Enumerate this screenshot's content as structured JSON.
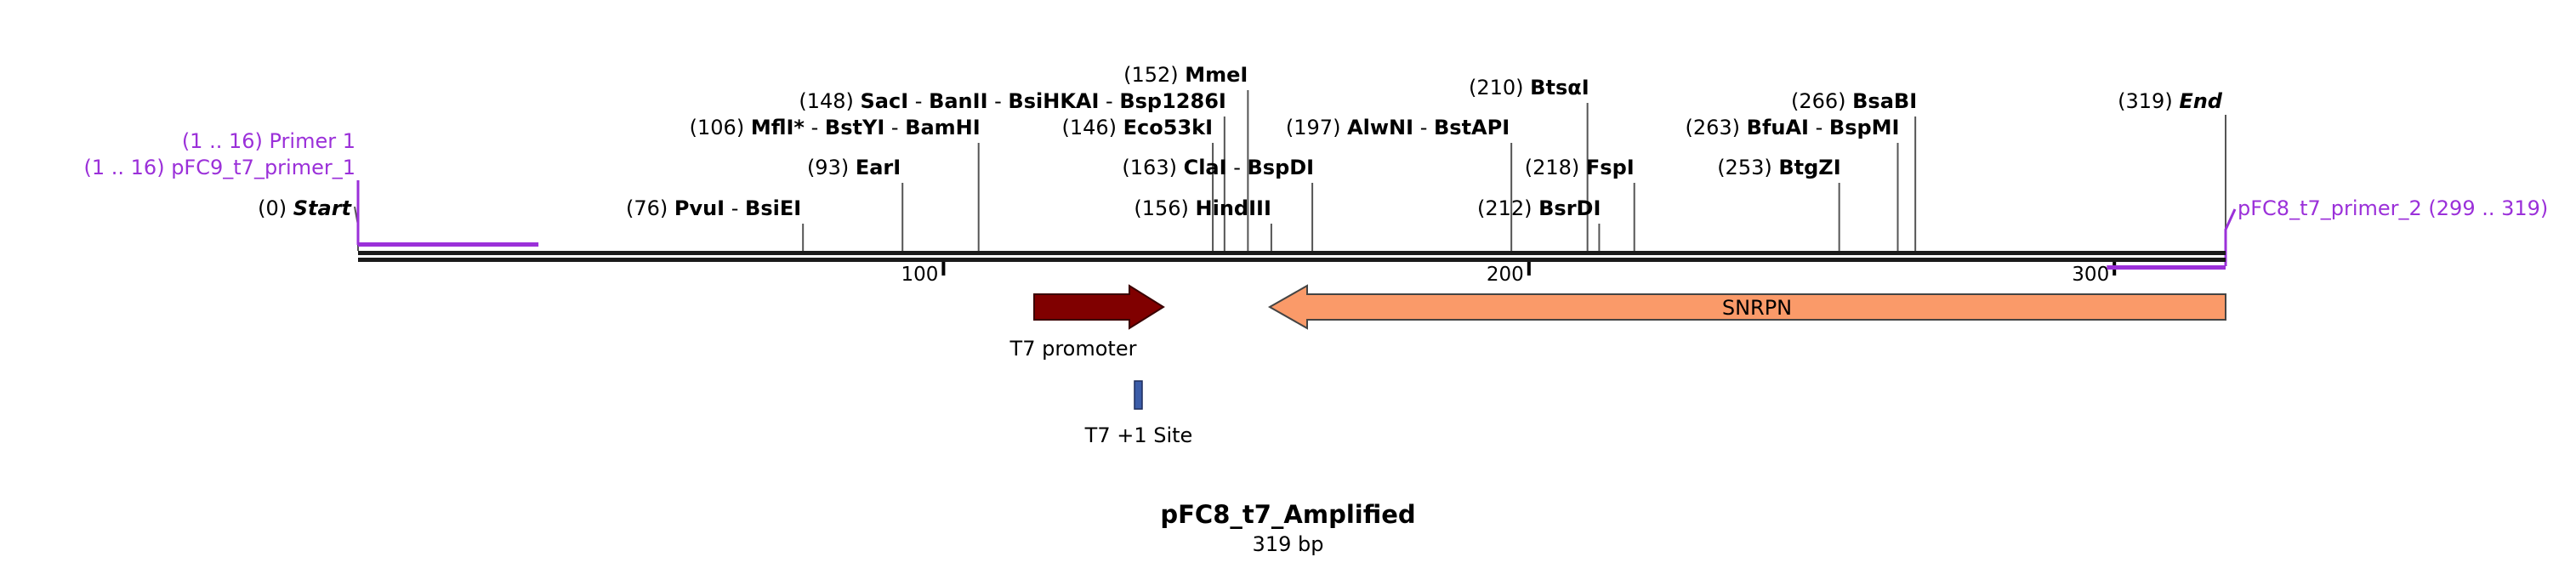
{
  "map": {
    "title": "pFC8_t7_Amplified",
    "length_label": "319 bp",
    "total_bp": 319,
    "ticks": [
      {
        "pos": 100,
        "label": "100"
      },
      {
        "pos": 200,
        "label": "200"
      },
      {
        "pos": 300,
        "label": "300"
      }
    ],
    "sites": [
      {
        "key": "start",
        "pos": 0,
        "pos_label": "(0)",
        "names": [
          "Start"
        ],
        "italic": true
      },
      {
        "key": "pvui",
        "pos": 76,
        "pos_label": "(76)",
        "names": [
          "PvuI",
          "BsiEI"
        ]
      },
      {
        "key": "eari",
        "pos": 93,
        "pos_label": "(93)",
        "names": [
          "EarI"
        ]
      },
      {
        "key": "mfli",
        "pos": 106,
        "pos_label": "(106)",
        "names": [
          "MflI*",
          "BstYI",
          "BamHI"
        ]
      },
      {
        "key": "eco53ki",
        "pos": 146,
        "pos_label": "(146)",
        "names": [
          "Eco53kI"
        ]
      },
      {
        "key": "saci",
        "pos": 148,
        "pos_label": "(148)",
        "names": [
          "SacI",
          "BanII",
          "BsiHKAI",
          "Bsp1286I"
        ]
      },
      {
        "key": "mmei",
        "pos": 152,
        "pos_label": "(152)",
        "names": [
          "MmeI"
        ]
      },
      {
        "key": "hindiii",
        "pos": 156,
        "pos_label": "(156)",
        "names": [
          "HindIII"
        ]
      },
      {
        "key": "clai",
        "pos": 163,
        "pos_label": "(163)",
        "names": [
          "ClaI",
          "BspDI"
        ]
      },
      {
        "key": "alwni",
        "pos": 197,
        "pos_label": "(197)",
        "names": [
          "AlwNI",
          "BstAPI"
        ]
      },
      {
        "key": "btsai",
        "pos": 210,
        "pos_label": "(210)",
        "names": [
          "BtsαI"
        ]
      },
      {
        "key": "bsrdi",
        "pos": 212,
        "pos_label": "(212)",
        "names": [
          "BsrDI"
        ]
      },
      {
        "key": "fspi",
        "pos": 218,
        "pos_label": "(218)",
        "names": [
          "FspI"
        ]
      },
      {
        "key": "btgzi",
        "pos": 253,
        "pos_label": "(253)",
        "names": [
          "BtgZI"
        ]
      },
      {
        "key": "bfuai",
        "pos": 263,
        "pos_label": "(263)",
        "names": [
          "BfuAI",
          "BspMI"
        ]
      },
      {
        "key": "bsabi",
        "pos": 266,
        "pos_label": "(266)",
        "names": [
          "BsaBI"
        ]
      },
      {
        "key": "end",
        "pos": 319,
        "pos_label": "(319)",
        "names": [
          "End"
        ],
        "italic": true
      }
    ],
    "primers": [
      {
        "key": "primer1",
        "label": "Primer 1",
        "range": "(1 .. 16)",
        "start": 1,
        "end": 16
      },
      {
        "key": "pfc9",
        "label": "pFC9_t7_primer_1",
        "range": "(1 .. 16)",
        "start": 1,
        "end": 16
      },
      {
        "key": "pfc8",
        "label": "pFC8_t7_primer_2",
        "range": "(299 .. 319)",
        "start": 299,
        "end": 319
      }
    ],
    "features": [
      {
        "key": "t7promoter",
        "label": "T7 promoter",
        "start": 116,
        "end": 138,
        "direction": "forward",
        "color": "#800000"
      },
      {
        "key": "snrpn",
        "label": "SNRPN",
        "start": 156,
        "end": 319,
        "direction": "reverse",
        "color": "#FA9A69"
      },
      {
        "key": "t7site",
        "label": "T7 +1 Site",
        "start": 134,
        "end": 135,
        "direction": "none",
        "color": "#3B5CA8"
      }
    ],
    "colors": {
      "primer": "#9B30D9",
      "backbone": "#1a1a1a",
      "site_line": "#555555"
    }
  }
}
